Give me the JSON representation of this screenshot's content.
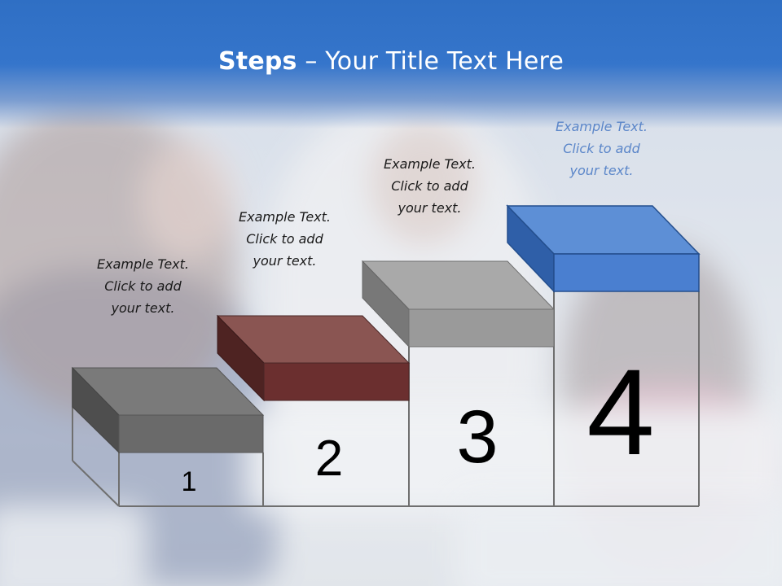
{
  "title": {
    "bold": "Steps",
    "rest": " – Your Title Text Here"
  },
  "steps": [
    {
      "number": "1",
      "lines": [
        "Example Text.",
        "Click  to add",
        "your text."
      ]
    },
    {
      "number": "2",
      "lines": [
        "Example Text.",
        "Click  to add",
        "your text."
      ]
    },
    {
      "number": "3",
      "lines": [
        "Example Text.",
        "Click  to add",
        "your text."
      ]
    },
    {
      "number": "4",
      "lines": [
        "Example Text.",
        "Click  to add",
        "your text."
      ]
    }
  ],
  "colors": {
    "title_bar": "#3575cb",
    "step1_block": "#6e6e6e",
    "step2_block": "#6b2f2f",
    "step3_block": "#9a9a9a",
    "step4_block": "#4a7fd0",
    "callout_highlight": "#5b86c9"
  }
}
